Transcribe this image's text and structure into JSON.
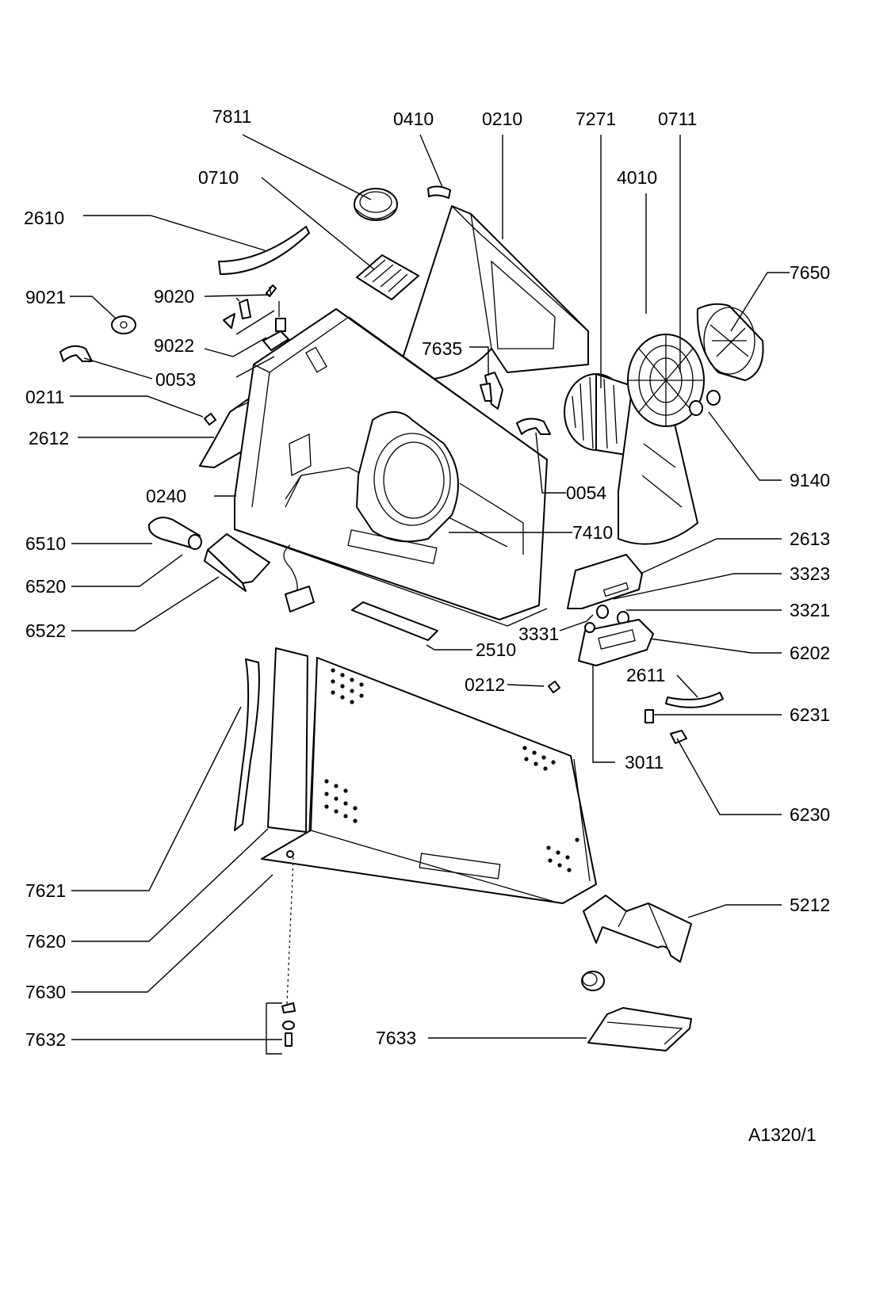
{
  "drawing": {
    "reference": "A1320/1",
    "parts": [
      {
        "id": "p7811",
        "label": "7811"
      },
      {
        "id": "p0410",
        "label": "0410"
      },
      {
        "id": "p0210",
        "label": "0210"
      },
      {
        "id": "p7271",
        "label": "7271"
      },
      {
        "id": "p0711",
        "label": "0711"
      },
      {
        "id": "p0710",
        "label": "0710"
      },
      {
        "id": "p4010",
        "label": "4010"
      },
      {
        "id": "p2610",
        "label": "2610"
      },
      {
        "id": "p7650",
        "label": "7650"
      },
      {
        "id": "p9021",
        "label": "9021"
      },
      {
        "id": "p9020",
        "label": "9020"
      },
      {
        "id": "p9022",
        "label": "9022"
      },
      {
        "id": "p0053",
        "label": "0053"
      },
      {
        "id": "p7635",
        "label": "7635"
      },
      {
        "id": "p0211",
        "label": "0211"
      },
      {
        "id": "p2612",
        "label": "2612"
      },
      {
        "id": "p9140",
        "label": "9140"
      },
      {
        "id": "p0054",
        "label": "0054"
      },
      {
        "id": "p0240",
        "label": "0240"
      },
      {
        "id": "p7410",
        "label": "7410"
      },
      {
        "id": "p6510",
        "label": "6510"
      },
      {
        "id": "p2613",
        "label": "2613"
      },
      {
        "id": "p3323",
        "label": "3323"
      },
      {
        "id": "p6520",
        "label": "6520"
      },
      {
        "id": "p3321",
        "label": "3321"
      },
      {
        "id": "p6522",
        "label": "6522"
      },
      {
        "id": "p3331",
        "label": "3331"
      },
      {
        "id": "p2510",
        "label": "2510"
      },
      {
        "id": "p6202",
        "label": "6202"
      },
      {
        "id": "p0212",
        "label": "0212"
      },
      {
        "id": "p2611",
        "label": "2611"
      },
      {
        "id": "p6231",
        "label": "6231"
      },
      {
        "id": "p3011",
        "label": "3011"
      },
      {
        "id": "p6230",
        "label": "6230"
      },
      {
        "id": "p5212",
        "label": "5212"
      },
      {
        "id": "p7621",
        "label": "7621"
      },
      {
        "id": "p7620",
        "label": "7620"
      },
      {
        "id": "p7630",
        "label": "7630"
      },
      {
        "id": "p7632",
        "label": "7632"
      },
      {
        "id": "p7633",
        "label": "7633"
      }
    ]
  }
}
